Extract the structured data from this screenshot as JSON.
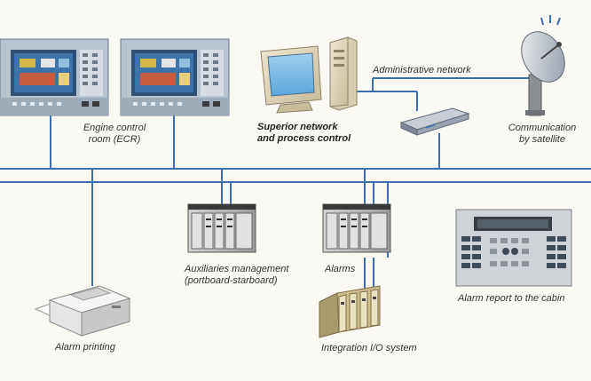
{
  "labels": {
    "ecr_line1": "Engine control",
    "ecr_line2": "room (ECR)",
    "superior_line1": "Superior network",
    "superior_line2": "and process control",
    "admin_network": "Administrative network",
    "satellite_line1": "Communication",
    "satellite_line2": "by satellite",
    "aux_line1": "Auxiliaries management",
    "aux_line2": "(portboard-starboard)",
    "alarms": "Alarms",
    "alarm_report": "Alarm report to the cabin",
    "alarm_printing": "Alarm printing",
    "integration_io": "Integration I/O system"
  },
  "colors": {
    "background": "#fbf9f4",
    "network_line": "#3b6fb0",
    "text": "#333333"
  },
  "icons": [
    "control-console-icon",
    "desktop-computer-icon",
    "router-icon",
    "satellite-dish-icon",
    "plc-rack-icon",
    "operator-terminal-icon",
    "printer-icon",
    "io-module-icon"
  ]
}
